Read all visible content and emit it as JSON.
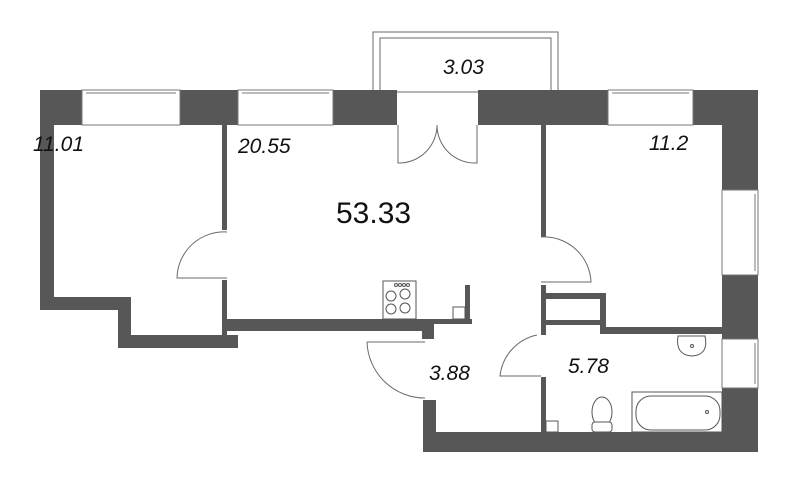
{
  "plan": {
    "total_area": "53.33",
    "rooms": [
      {
        "id": "bedroom-left",
        "area": "11.01"
      },
      {
        "id": "living-kitchen",
        "area": "20.55"
      },
      {
        "id": "balcony",
        "area": "3.03"
      },
      {
        "id": "bedroom-right",
        "area": "11.2"
      },
      {
        "id": "hallway",
        "area": "3.88"
      },
      {
        "id": "bathroom",
        "area": "5.78"
      }
    ],
    "colors": {
      "wall": "#575757",
      "background": "#ffffff",
      "line": "#6a6a6a"
    },
    "fixtures": [
      "stove-icon",
      "sink-icon",
      "toilet-icon",
      "bathtub-icon"
    ]
  }
}
